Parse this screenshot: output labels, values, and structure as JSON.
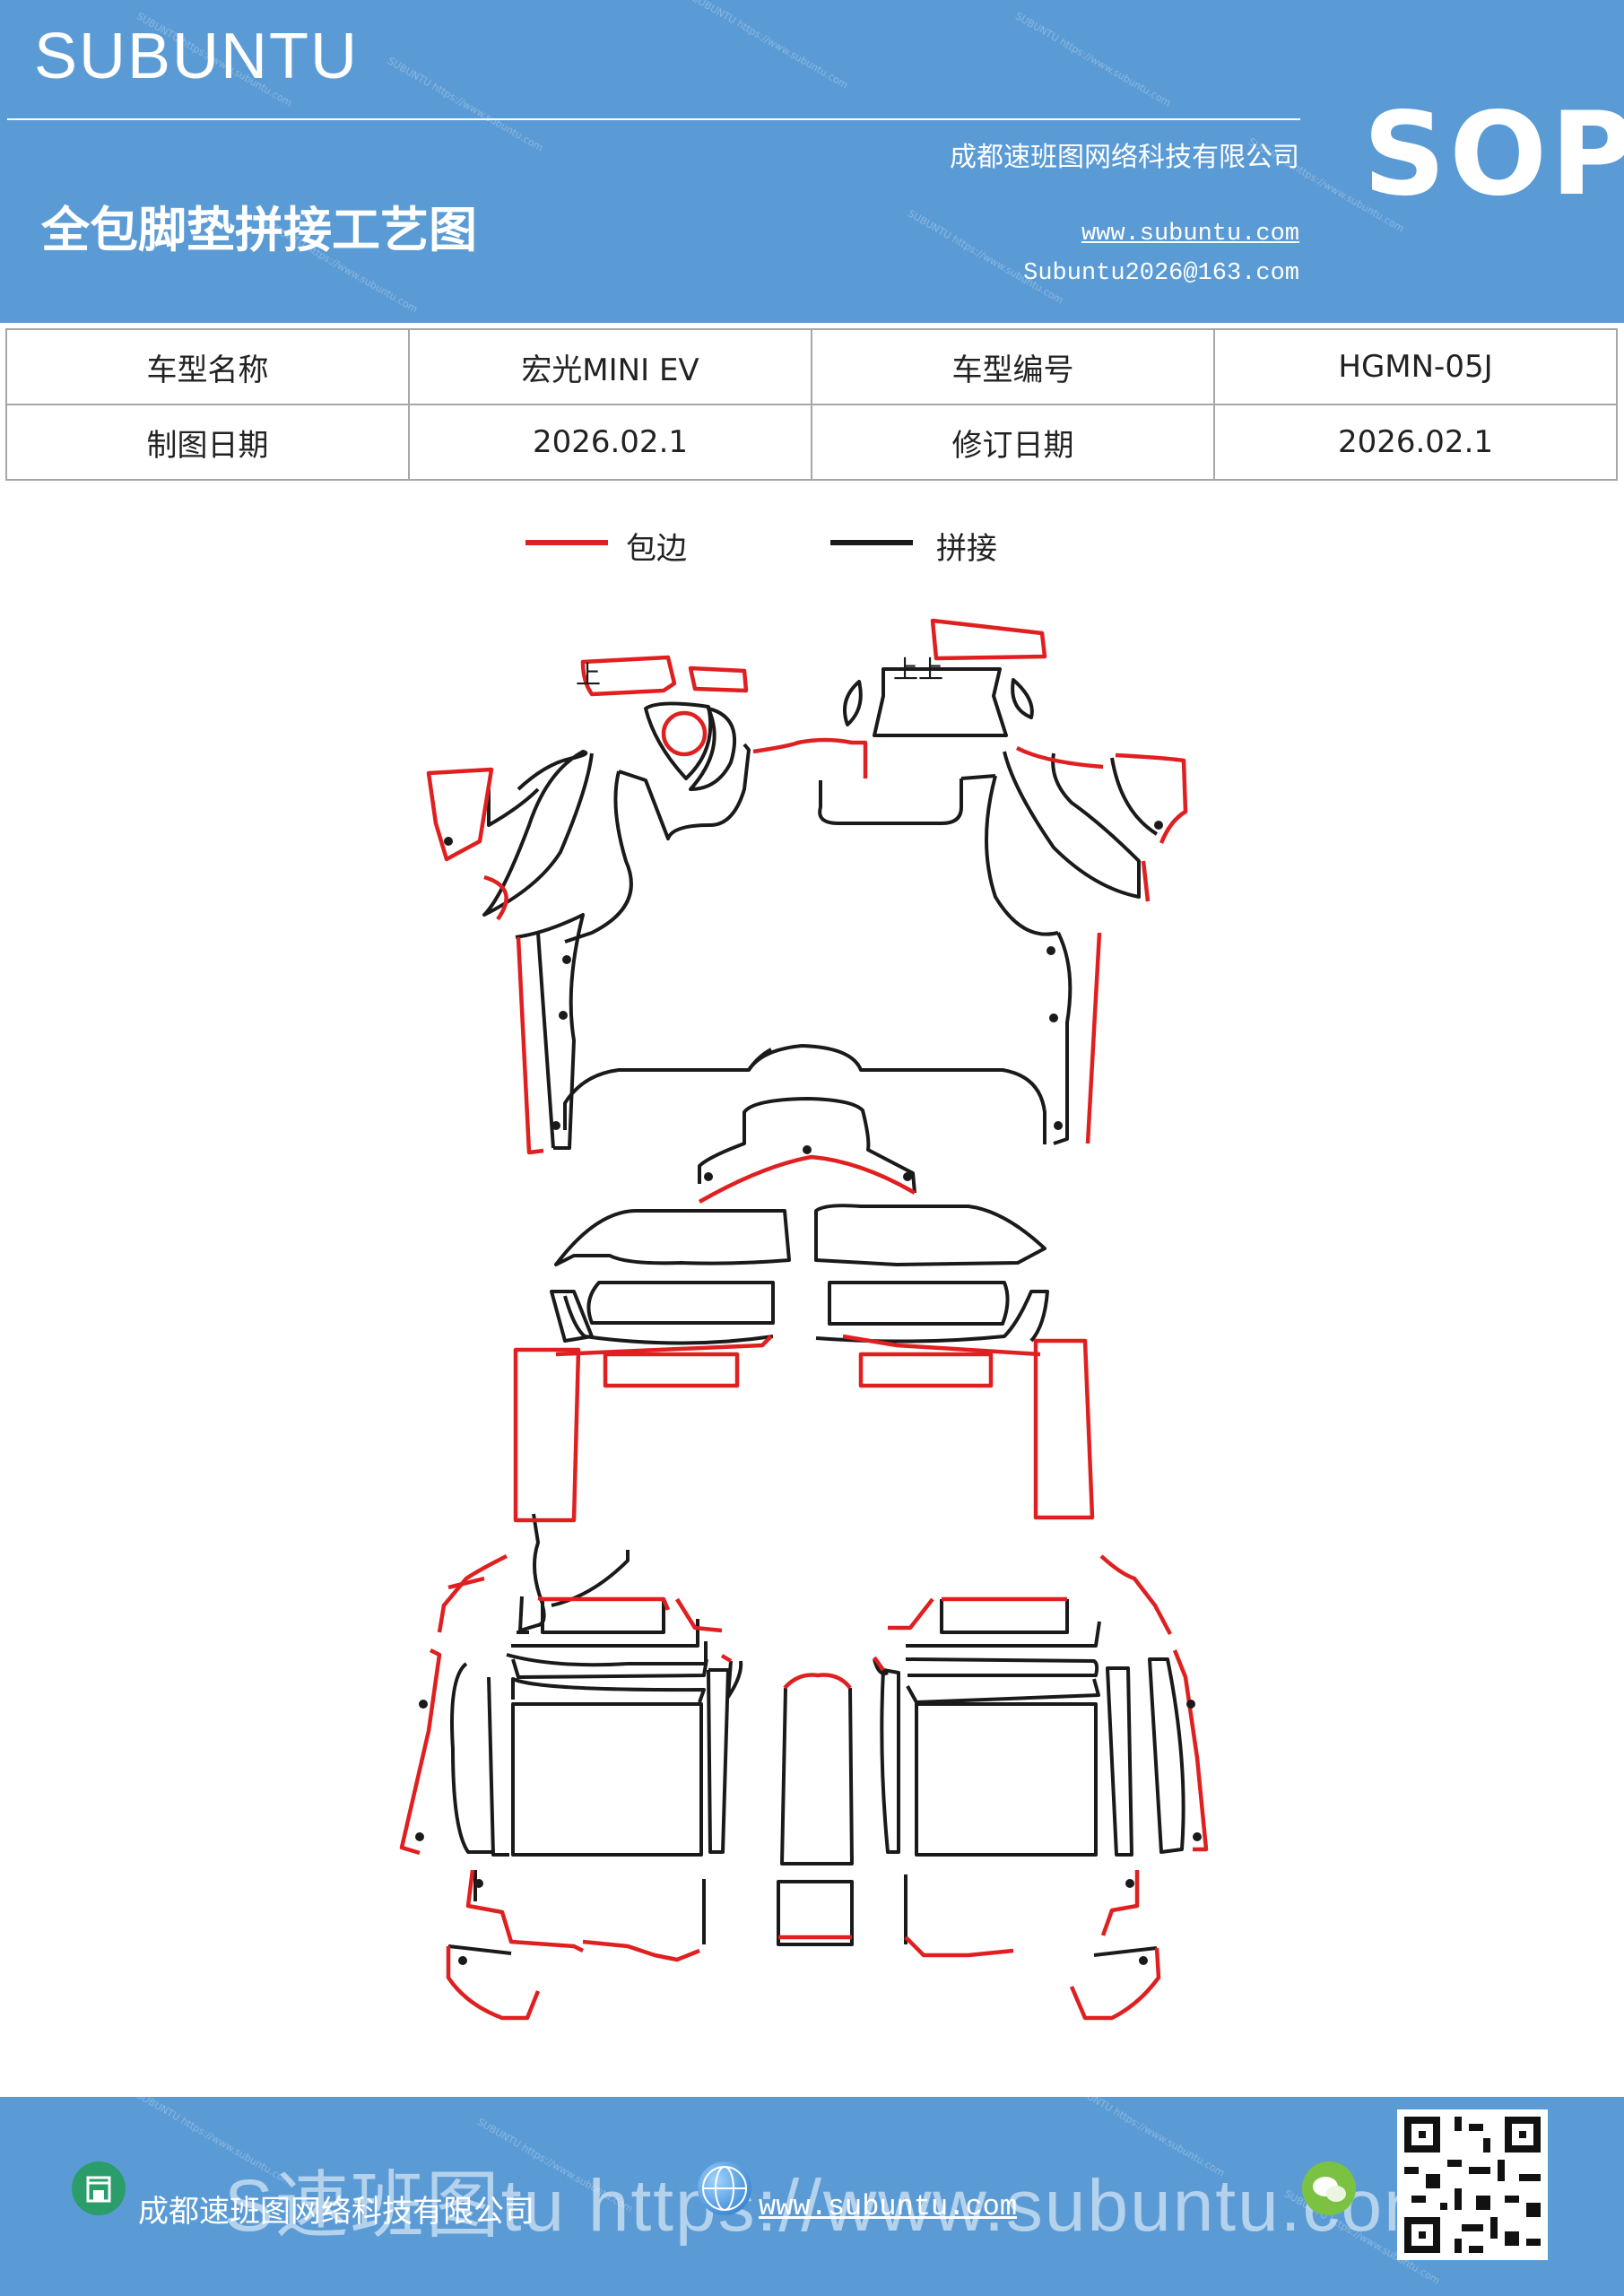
{
  "header": {
    "brand": "SUBUNTU",
    "badge": "SOP",
    "company": "成都速班图网络科技有限公司",
    "title": "全包脚垫拼接工艺图",
    "url": "www.subuntu.com",
    "email": "Subuntu2026@163.com",
    "bg_color": "#5b9bd5"
  },
  "info_table": {
    "rows": [
      [
        "车型名称",
        "宏光MINI  EV",
        "车型编号",
        "HGMN-05J"
      ],
      [
        "制图日期",
        "2026.02.1",
        "修订日期",
        "2026.02.1"
      ]
    ]
  },
  "legend": {
    "edge_label": "包边",
    "edge_color": "#e02020",
    "seam_label": "拼接",
    "seam_color": "#1a1a1a"
  },
  "diagram": {
    "marks": [
      "上",
      "上上"
    ]
  },
  "footer": {
    "company": "成都速班图网络科技有限公司",
    "url": "www.subuntu.com",
    "overlay": "S速班图tu https://www.subuntu.com",
    "icons": [
      "building-icon",
      "globe-icon",
      "wechat-icon",
      "qr-code"
    ]
  }
}
